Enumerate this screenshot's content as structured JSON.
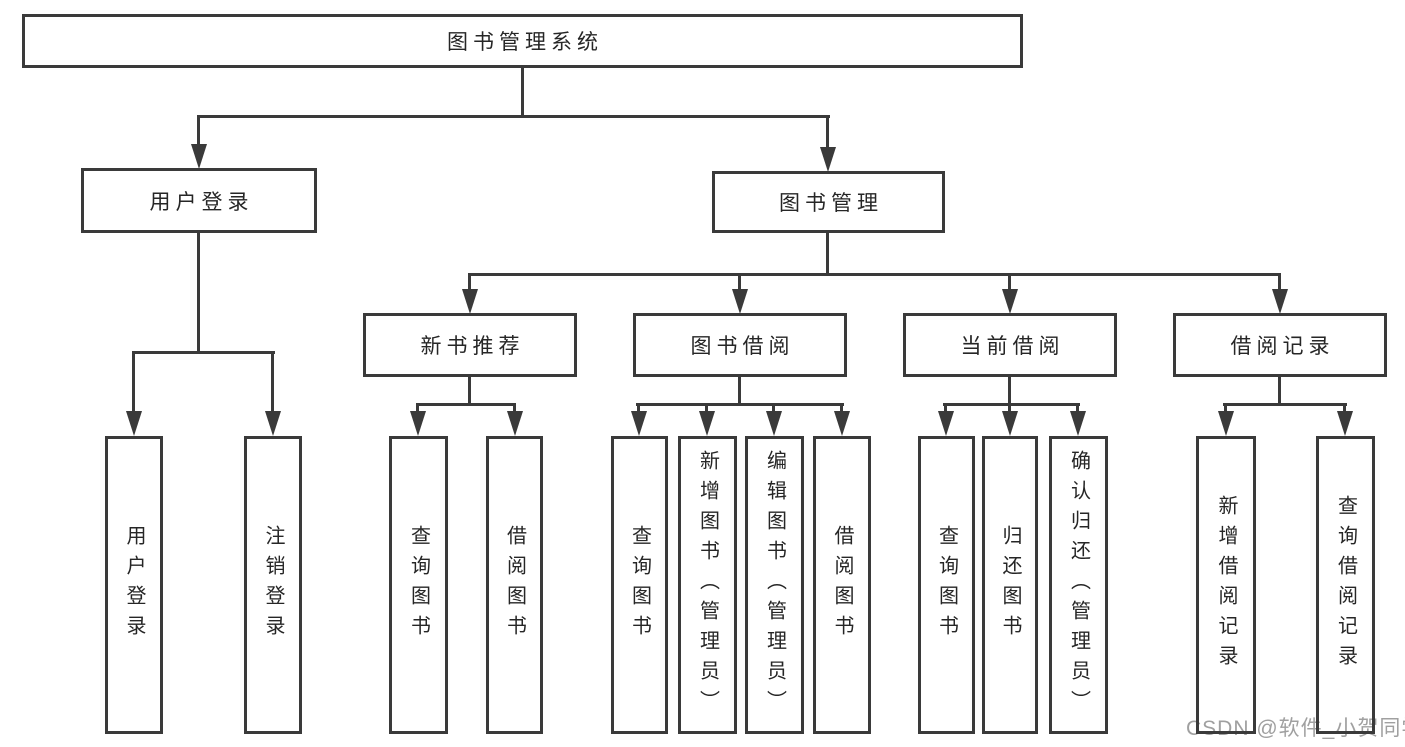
{
  "diagram": {
    "root": "图书管理系统",
    "branches": [
      {
        "label": "用户登录",
        "children": [
          "用户登录",
          "注销登录"
        ]
      },
      {
        "label": "图书管理",
        "groups": [
          {
            "label": "新书推荐",
            "children": [
              "查询图书",
              "借阅图书"
            ]
          },
          {
            "label": "图书借阅",
            "children": [
              "查询图书",
              "新增图书（管理员）",
              "编辑图书（管理员）",
              "借阅图书"
            ]
          },
          {
            "label": "当前借阅",
            "children": [
              "查询图书",
              "归还图书",
              "确认归还（管理员）"
            ]
          },
          {
            "label": "借阅记录",
            "children": [
              "新增借阅记录",
              "查询借阅记录"
            ]
          }
        ]
      }
    ],
    "colors": {
      "line": "#3a3a3a",
      "text": "#262626",
      "watermark": "#a0a0a0"
    }
  },
  "watermark": {
    "text": "CSDN @软件_小贺同学"
  }
}
